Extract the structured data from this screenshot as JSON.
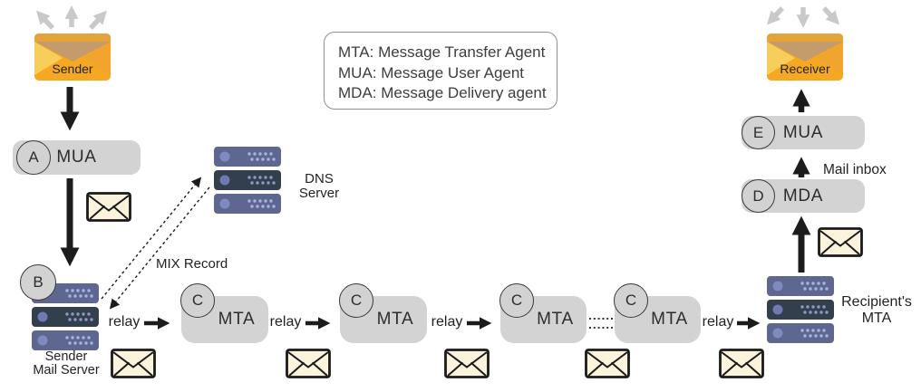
{
  "palette": {
    "box_gray": "#d3d3d3",
    "arrow_black": "#1c1c1c",
    "arrow_gray": "#c7c9cb",
    "envelope_orange": "#f7a823",
    "envelope_flap_tan": "#c49b6b",
    "envelope_cream": "#fbf3dc",
    "server_blue": "#5d6790",
    "server_dark": "#333f4d"
  },
  "legend": {
    "lines": [
      "MTA: Message Transfer Agent",
      "MUA: Message User Agent",
      "MDA: Message Delivery agent"
    ]
  },
  "endpoints": {
    "sender_label": "Sender",
    "receiver_label": "Receiver"
  },
  "left_chain": {
    "mua": {
      "letter": "A",
      "label": "MUA"
    },
    "mail_server": {
      "letter": "B",
      "label_lines": [
        "Sender",
        "Mail Server"
      ]
    }
  },
  "dns": {
    "label_lines": [
      "DNS",
      "Server"
    ],
    "record_label": "MIX Record"
  },
  "relay_chain": {
    "relay_label": "relay",
    "mta_nodes": [
      {
        "letter": "C",
        "label": "MTA"
      },
      {
        "letter": "C",
        "label": "MTA"
      },
      {
        "letter": "C",
        "label": "MTA"
      },
      {
        "letter": "C",
        "label": "MTA"
      }
    ]
  },
  "right_chain": {
    "recipient_server_label_lines": [
      "Recipient's",
      "MTA"
    ],
    "mda": {
      "letter": "D",
      "label": "MDA"
    },
    "mua": {
      "letter": "E",
      "label": "MUA"
    },
    "mail_inbox_label": "Mail inbox"
  }
}
